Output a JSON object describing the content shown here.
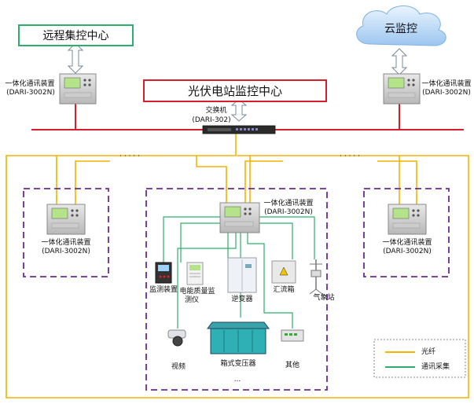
{
  "top": {
    "remote_center": "远程集控中心",
    "pv_center": "光伏电站监控中心",
    "cloud": "云监控"
  },
  "switch": {
    "name": "交换机",
    "model": "(DARI-302)"
  },
  "device": {
    "name": "一体化通讯装置",
    "model": "(DARI-3002N)"
  },
  "field": {
    "monitor": "监测装置",
    "power_quality_line1": "电能质量监",
    "power_quality_line2": "测仪",
    "inverter": "逆变器",
    "combiner": "汇流箱",
    "weather": "气象站",
    "video": "视频",
    "box_transformer": "箱式变压器",
    "other": "其他",
    "ellipsis": "..."
  },
  "dots": "· · · · ·",
  "legend": {
    "fiber": "光纤",
    "comm": "通讯采集",
    "colors": {
      "fiber": "#f4b400",
      "comm": "#2eae6d",
      "bus": "#d61f2a",
      "dashed": "#6a2c91"
    }
  }
}
